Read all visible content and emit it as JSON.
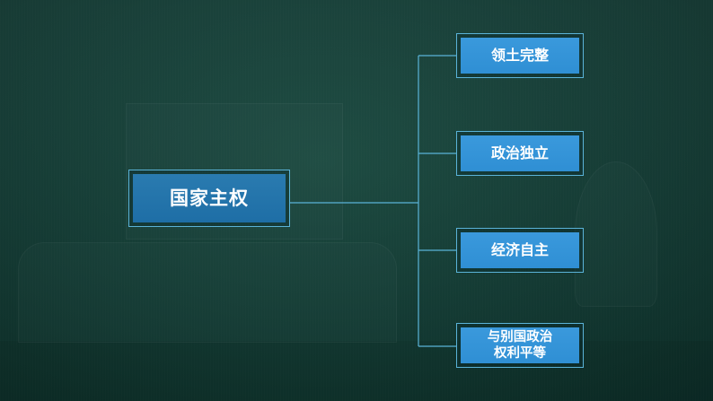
{
  "diagram": {
    "root": {
      "label": "国家主权"
    },
    "children": [
      {
        "label": "领土完整"
      },
      {
        "label": "政治独立"
      },
      {
        "label": "经济自主"
      },
      {
        "label_line1": "与别国政治",
        "label_line2": "权利平等"
      }
    ]
  },
  "colors": {
    "background": "#143d36",
    "connector": "#5ab3d8",
    "root_fill": "#2272aa",
    "child_fill": "#3494d8",
    "text": "#ffffff"
  }
}
